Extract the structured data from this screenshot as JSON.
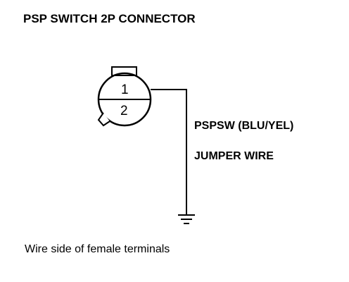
{
  "title": "PSP SWITCH 2P CONNECTOR",
  "connector": {
    "pin1": "1",
    "pin2": "2"
  },
  "wire_label": "PSPSW (BLU/YEL)",
  "jumper_label": "JUMPER WIRE",
  "caption": "Wire side of female terminals",
  "colors": {
    "line": "#000000",
    "background": "#ffffff"
  },
  "icons": {
    "ground": "ground-symbol-icon"
  }
}
